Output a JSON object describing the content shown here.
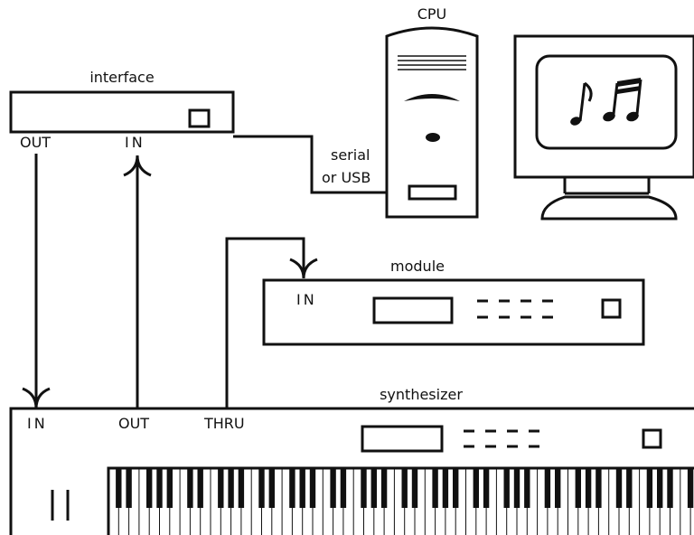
{
  "labels": {
    "cpu": "CPU",
    "interface": "interface",
    "interface_out": "OUT",
    "interface_in": "IN",
    "serial_line1": "serial",
    "serial_line2": "or USB",
    "module": "module",
    "module_in": "IN",
    "synthesizer": "synthesizer",
    "synth_in": "IN",
    "synth_out": "OUT",
    "synth_thru": "THRU"
  },
  "icons": {
    "monitor": "music-notes-icon"
  },
  "colors": {
    "line": "#111111",
    "background": "#ffffff"
  }
}
